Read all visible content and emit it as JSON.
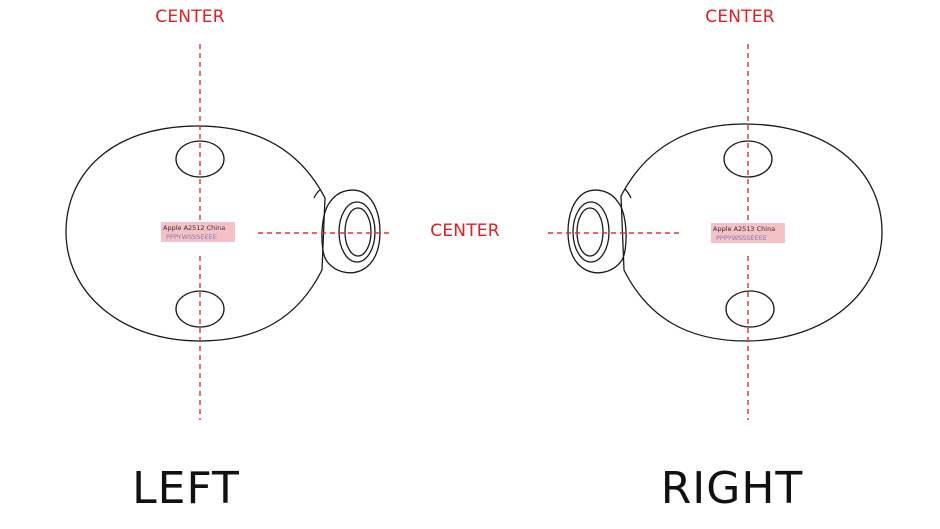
{
  "labels": {
    "center_top_left": "CENTER",
    "center_top_right": "CENTER",
    "center_middle": "CENTER",
    "left": "LEFT",
    "right": "RIGHT"
  },
  "left_bud": {
    "engraving_line1": "Apple A2512 China",
    "engraving_line2": "PPPYWSSSEEEE"
  },
  "right_bud": {
    "engraving_line1": "Apple A2513 China",
    "engraving_line2": "PPPYWSSSEEEE"
  },
  "colors": {
    "guide_red": "#e02020",
    "outline": "#1a1a1a",
    "highlight": "#f5c0c6"
  }
}
